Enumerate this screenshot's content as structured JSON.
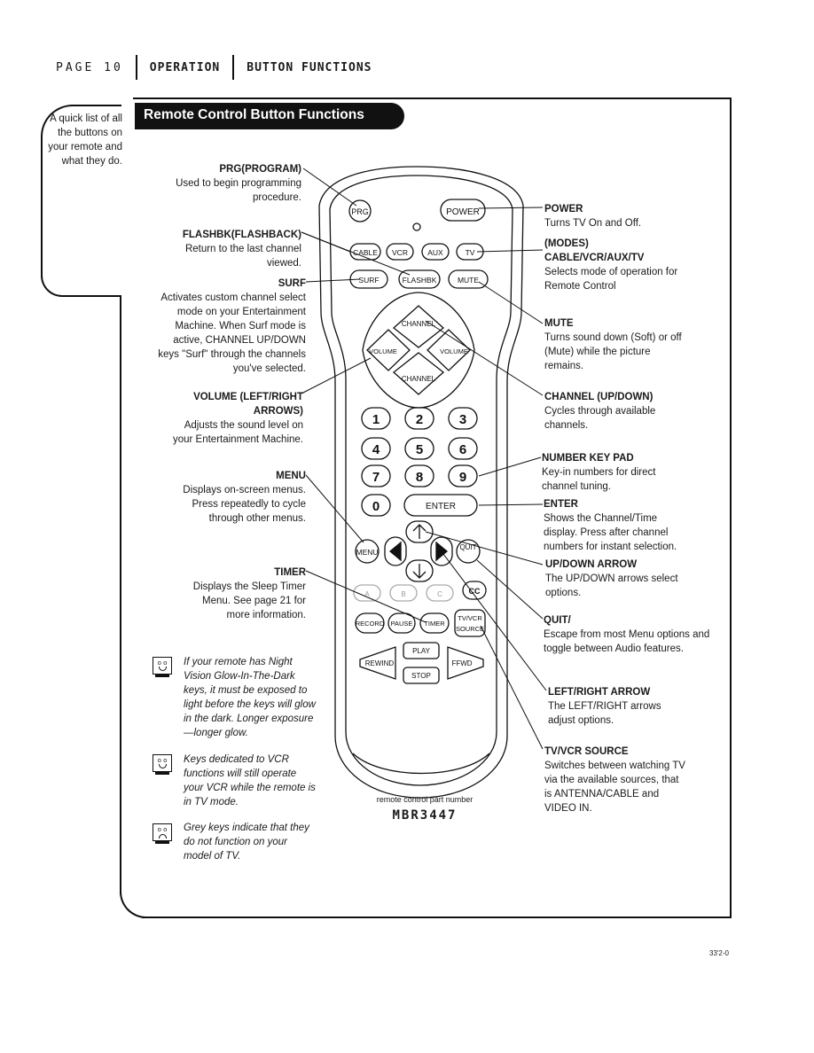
{
  "header": {
    "page_label": "PAGE 10",
    "section": "OPERATION",
    "subsection": "BUTTON FUNCTIONS"
  },
  "side_note": "A quick list of all the buttons on your remote and what they do.",
  "banner": "Remote Control Button Functions",
  "labels": {
    "prg": {
      "title": "PRG(PROGRAM)",
      "desc": "Used to begin programming procedure."
    },
    "flashbk": {
      "title": "FLASHBK(FLASHBACK)",
      "desc": "Return to the last channel viewed."
    },
    "surf": {
      "title": "SURF",
      "desc": "Activates custom channel select mode on your Entertainment Machine. When Surf mode is active, CHANNEL UP/DOWN keys \"Surf\" through the channels you've selected."
    },
    "volume": {
      "title": "VOLUME (LEFT/RIGHT ARROWS)",
      "desc": "Adjusts the sound level on your Entertainment Machine."
    },
    "menu": {
      "title": "MENU",
      "desc": "Displays on-screen menus. Press repeatedly to cycle through other menus."
    },
    "timer": {
      "title": "TIMER",
      "desc": "Displays the Sleep Timer Menu. See page 21 for more information."
    },
    "power": {
      "title": "POWER",
      "desc": "Turns TV On and Off."
    },
    "modes": {
      "title": "(MODES) CABLE/VCR/AUX/TV",
      "desc": "Selects mode of operation for Remote Control"
    },
    "mute": {
      "title": "MUTE",
      "desc": "Turns sound down (Soft) or off (Mute) while the picture remains."
    },
    "channel": {
      "title": "CHANNEL (UP/DOWN)",
      "desc": "Cycles through available channels."
    },
    "keypad": {
      "title": "NUMBER KEY PAD",
      "desc": "Key-in numbers for direct channel tuning."
    },
    "enter": {
      "title": "ENTER",
      "desc": "Shows the Channel/Time display. Press after channel numbers for instant selection."
    },
    "updown": {
      "title": "UP/DOWN ARROW",
      "desc": "The UP/DOWN arrows select options."
    },
    "quit": {
      "title": "QUIT/",
      "desc": "Escape from most Menu options and toggle between Audio features."
    },
    "leftright": {
      "title": "LEFT/RIGHT ARROW",
      "desc": "The LEFT/RIGHT arrows adjust options."
    },
    "tvvcr": {
      "title": "TV/VCR SOURCE",
      "desc": "Switches between watching TV via the available sources, that is ANTENNA/CABLE and VIDEO IN."
    }
  },
  "notes": [
    {
      "icon": "smile",
      "text": "If your remote has Night Vision Glow-In-The-Dark keys, it must be exposed to light before the keys will glow in the dark. Longer exposure—longer glow."
    },
    {
      "icon": "smile",
      "text": "Keys dedicated to VCR functions will still operate your VCR while the remote is in TV mode."
    },
    {
      "icon": "frown",
      "text": "Grey keys indicate that they do not function on your model of TV."
    }
  ],
  "remote": {
    "buttons": {
      "prg": "PRG",
      "power": "POWER",
      "cable": "CABLE",
      "vcr": "VCR",
      "aux": "AUX",
      "tv": "TV",
      "surf": "SURF",
      "flashbk": "FLASHBK",
      "mute": "MUTE",
      "channel_up": "CHANNEL",
      "channel_down": "CHANNEL",
      "vol_left": "VOLUME",
      "vol_right": "VOLUME",
      "n1": "1",
      "n2": "2",
      "n3": "3",
      "n4": "4",
      "n5": "5",
      "n6": "6",
      "n7": "7",
      "n8": "8",
      "n9": "9",
      "n0": "0",
      "enter": "ENTER",
      "menu": "MENU",
      "quit": "QUIT",
      "a": "A",
      "b": "B",
      "c": "C",
      "cc": "CC",
      "record": "RECORD",
      "pause": "PAUSE",
      "timer": "TIMER",
      "tvvcr_1": "TV/VCR",
      "tvvcr_2": "SOURCE",
      "play": "PLAY",
      "rewind": "REWIND",
      "ffwd": "FFWD",
      "stop": "STOP"
    }
  },
  "part_caption": "remote control part number",
  "part_number": "MBR3447",
  "page_code": "33'2-0"
}
